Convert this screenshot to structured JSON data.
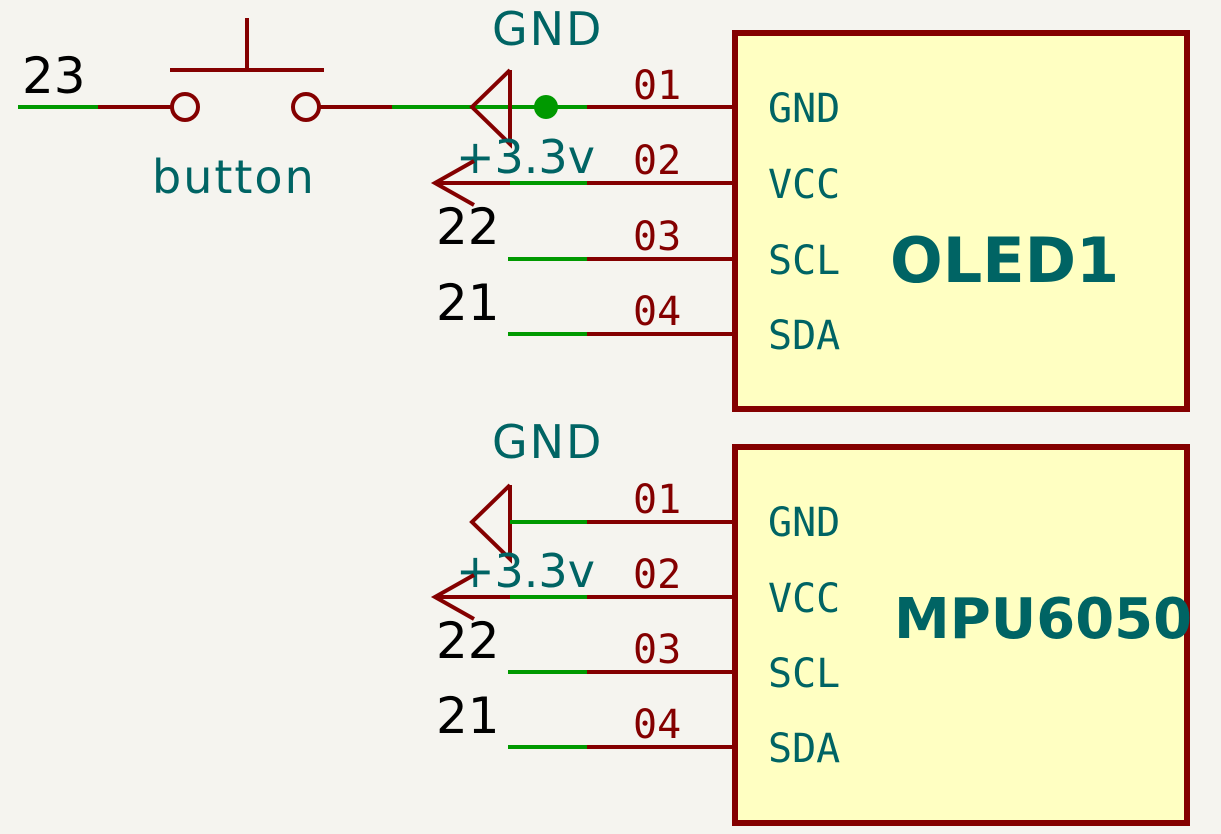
{
  "colors": {
    "background": "#f5f4ef",
    "wire": "#009900",
    "pin": "#840000",
    "component_fill": "#ffffc2",
    "label_teal": "#006464",
    "net_label": "#000000",
    "junction": "#009900"
  },
  "button": {
    "net": "23",
    "label": "button"
  },
  "power": {
    "gnd": "GND",
    "vcc": "+3.3v"
  },
  "oled": {
    "name": "OLED1",
    "pins": [
      {
        "num": "01",
        "name": "GND"
      },
      {
        "num": "02",
        "name": "VCC"
      },
      {
        "num": "03",
        "name": "SCL"
      },
      {
        "num": "04",
        "name": "SDA"
      }
    ],
    "nets": {
      "scl": "22",
      "sda": "21"
    }
  },
  "mpu": {
    "name": "MPU6050",
    "pins": [
      {
        "num": "01",
        "name": "GND"
      },
      {
        "num": "02",
        "name": "VCC"
      },
      {
        "num": "03",
        "name": "SCL"
      },
      {
        "num": "04",
        "name": "SDA"
      }
    ],
    "nets": {
      "scl": "22",
      "sda": "21"
    }
  }
}
